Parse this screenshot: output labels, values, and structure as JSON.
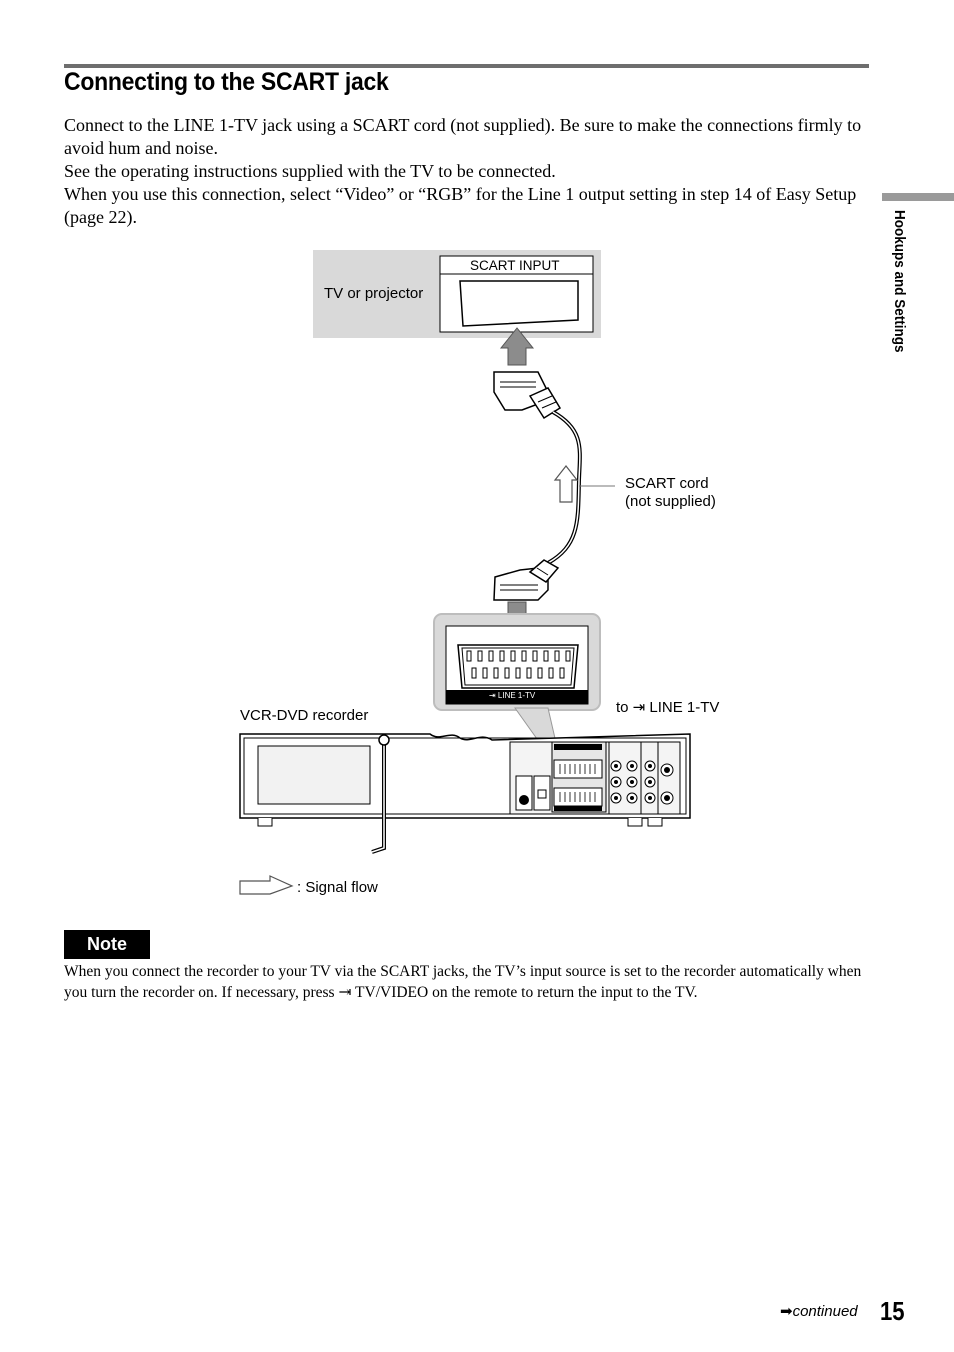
{
  "section": {
    "title": "Connecting to the SCART jack",
    "paragraphs": [
      "Connect to the LINE 1-TV jack using a SCART cord (not supplied). Be sure to make the connections firmly to avoid hum and noise.",
      "See the operating instructions supplied with the TV to be connected.",
      "When you use this connection, select “Video” or “RGB” for the Line 1 output setting in step 14 of Easy Setup (page 22)."
    ]
  },
  "side_tab": {
    "label": "Hookups and Settings"
  },
  "diagram": {
    "tv_label": "TV or projector",
    "scart_input_label": "SCART INPUT",
    "cord_label_line1": "SCART cord",
    "cord_label_line2": "(not supplied)",
    "recorder_label": "VCR-DVD recorder",
    "jack_label": "to ⇥ LINE 1-TV",
    "jack_inset_label": "⇥ LINE 1-TV",
    "legend_label": ": Signal flow"
  },
  "note": {
    "badge": "Note",
    "text": "When you connect the recorder to your TV via the SCART jacks, the TV’s input source is set to the recorder automatically when you turn the recorder on. If necessary, press ⇥ TV/VIDEO on the remote to return the input to the TV."
  },
  "footer": {
    "continued": "➡continued",
    "page_number": "15"
  }
}
